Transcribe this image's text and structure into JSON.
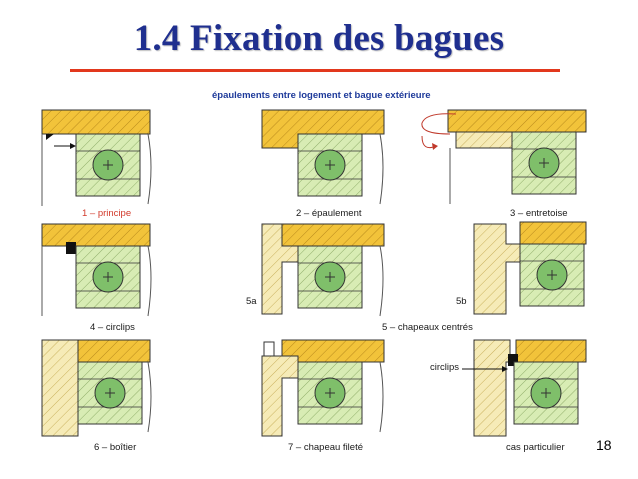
{
  "slide": {
    "title": "1.4 Fixation des bagues",
    "page_number": "18"
  },
  "figure": {
    "header": "épaulements entre logement et bague extérieure",
    "labels": {
      "p1": "1 – principe",
      "p2": "2 – épaulement",
      "p3": "3 – entretoise",
      "p4": "4 – circlips",
      "p5": "5 – chapeaux centrés",
      "p5a": "5a",
      "p5b": "5b",
      "p6": "6 – boîtier",
      "p7": "7 – chapeau fileté",
      "p8": "cas particulier",
      "circlips": "circlips"
    }
  },
  "colors": {
    "title": "#1f2f8f",
    "underline": "#e2381d",
    "housing_yellow": "#f2c33a",
    "ring_green": "#d8ecb4",
    "ball_green": "#7fbf6a",
    "light_cream": "#f6ebb7",
    "red_label": "#d23a2b",
    "header_blue": "#1e3a9a"
  }
}
